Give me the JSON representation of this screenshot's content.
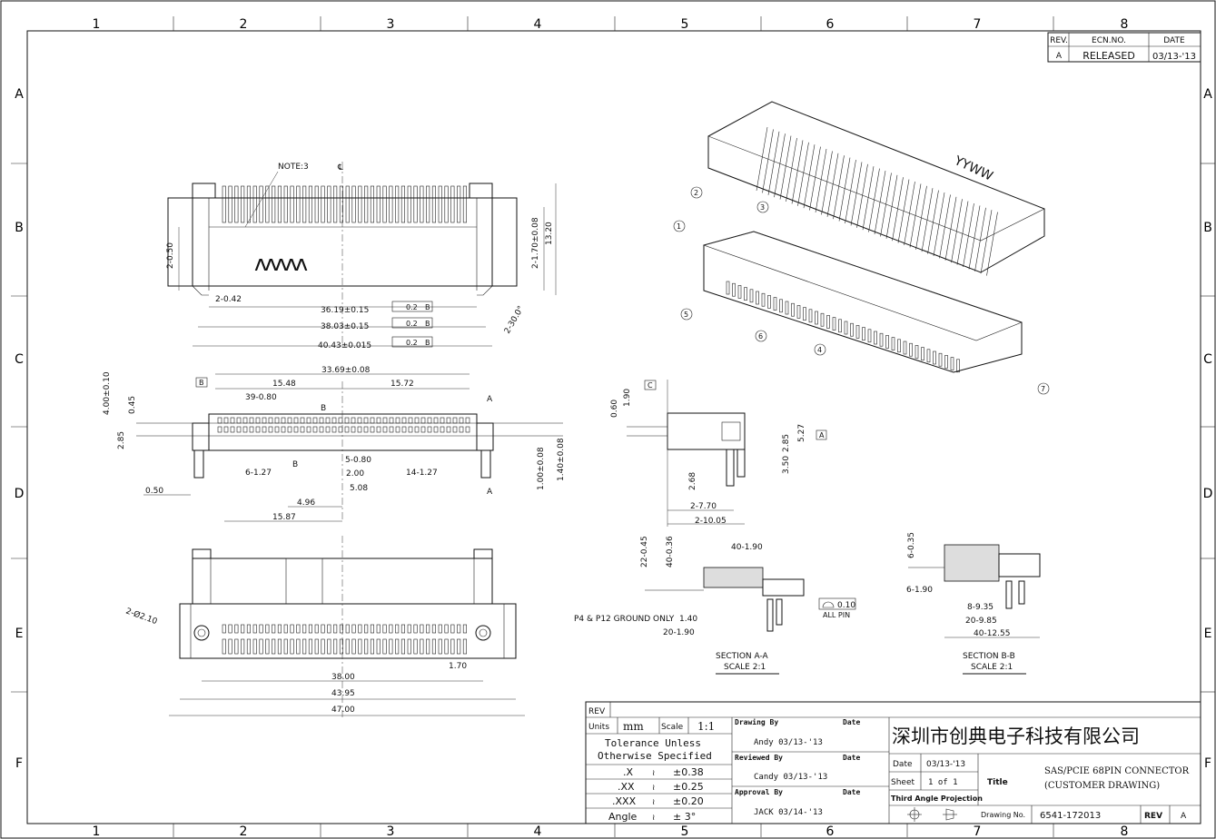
{
  "border": {
    "columns": [
      "1",
      "2",
      "3",
      "4",
      "5",
      "6",
      "7",
      "8"
    ],
    "rows": [
      "A",
      "B",
      "C",
      "D",
      "E",
      "F"
    ]
  },
  "revision_block": {
    "headers": [
      "REV.",
      "ECN.NO.",
      "DATE"
    ],
    "row": [
      "A",
      "RELEASED",
      "03/13-'13"
    ]
  },
  "top_view": {
    "note": "NOTE:3",
    "centerline": "℄",
    "logo": "ʌʌʌʌʌ",
    "dims": {
      "d1": "36.19±0.15",
      "d2": "38.03±0.15",
      "d3": "40.43±0.015",
      "d4": "2-0.42",
      "d5": "2-0.50",
      "d6": "2-1.70±0.08",
      "d7": "13.20",
      "d8": "2-30.0°"
    },
    "fcf": [
      "0.2",
      "B"
    ]
  },
  "front_view": {
    "dims": {
      "w": "33.69±0.08",
      "l1": "15.48",
      "l2": "15.72",
      "pitch": "39-0.80",
      "h1": "4.00±0.10",
      "h2": "0.45",
      "h3": "2.85",
      "p6": "6-1.27",
      "p5": "5-0.80",
      "p14": "14-1.27",
      "s200": "2.00",
      "s508": "5.08",
      "s496": "4.96",
      "s1587": "15.87",
      "s050": "0.50",
      "v100": "1.00±0.08",
      "v140": "1.40±0.08"
    },
    "labels": {
      "a1": "A",
      "a2": "A",
      "b1": "B",
      "b2": "B",
      "datum": "B"
    }
  },
  "bottom_view": {
    "dims": {
      "holes": "2-Ø2.10",
      "d38": "38.00",
      "d4395": "43.95",
      "d47": "47.00",
      "d170": "1.70"
    }
  },
  "side_view": {
    "datum_c": "C",
    "datum_a": "A",
    "dims": {
      "d060": "0.60",
      "d190": "1.90",
      "d285": "2.85",
      "d527": "5.27",
      "d350": "3.50",
      "d268": "2.68",
      "d770": "2-7.70",
      "d1005": "2-10.05"
    }
  },
  "section_aa": {
    "title": "SECTION A-A",
    "scale": "SCALE 2:1",
    "dims": {
      "d2245": "22-0.45",
      "d4036": "40-0.36",
      "d40190": "40-1.90",
      "d140": "1.40",
      "d20190": "20-1.90",
      "note": "P4 & P12 GROUND ONLY"
    },
    "profile": {
      "value": "0.10",
      "label": "ALL PIN"
    }
  },
  "section_bb": {
    "title": "SECTION B-B",
    "scale": "SCALE 2:1",
    "dims": {
      "d635": "6-0.35",
      "d6190": "6-1.90",
      "d935": "8-9.35",
      "d985": "20-9.85",
      "d1255": "40-12.55"
    }
  },
  "iso": {
    "callouts": [
      "1",
      "2",
      "3",
      "4",
      "5",
      "6",
      "7"
    ],
    "logo": "YYWW"
  },
  "title_block": {
    "rev_label": "REV",
    "units_label": "Units",
    "units_value": "mm",
    "scale_label": "Scale",
    "scale_value": "1:1",
    "tolerance_1": "Tolerance Unless",
    "tolerance_2": "Otherwise Specified",
    "tol": [
      {
        "k": ".X",
        "v": "±0.38"
      },
      {
        "k": ".XX",
        "v": "±0.25"
      },
      {
        "k": ".XXX",
        "v": "±0.20"
      },
      {
        "k": "Angle",
        "v": "± 3°"
      }
    ],
    "drawing_by_label": "Drawing By",
    "drawing_by": "Andy 03/13-'13",
    "reviewed_by_label": "Reviewed By",
    "reviewed_by": "Candy 03/13-'13",
    "approval_by_label": "Approval By",
    "approval_by": "JACK 03/14-'13",
    "date_label": "Date",
    "company": "深圳市创典电子科技有限公司",
    "date_value": "03/13-'13",
    "sheet_label": "Sheet",
    "sheet_value": "1 of 1",
    "projection": "Third Angle Projection",
    "title_label": "Title",
    "title_1": "SAS/PCIE 68PIN CONNECTOR",
    "title_2": "(CUSTOMER DRAWING)",
    "drawing_no_label": "Drawing No.",
    "drawing_no": "6541-172013",
    "rev_value": "A"
  }
}
